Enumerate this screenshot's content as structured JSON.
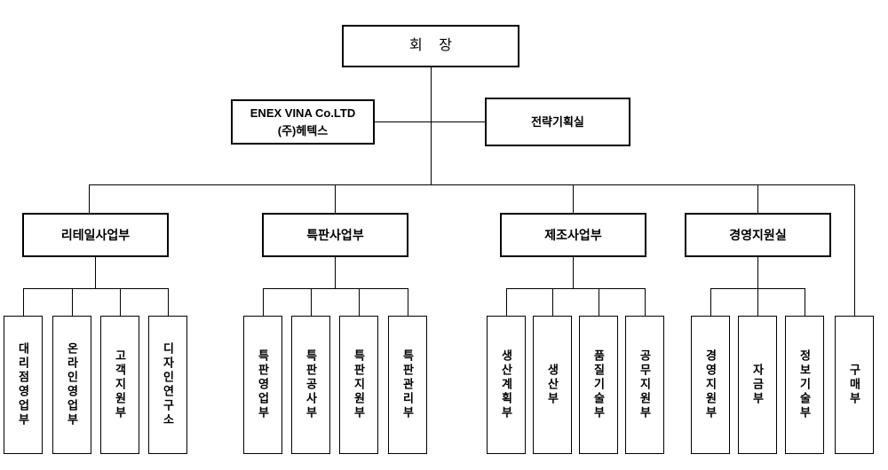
{
  "diagram": {
    "type": "organization-chart",
    "title": "ENEX Organization Chart",
    "colors": {
      "background": "#ffffff",
      "border": "#000000",
      "text": "#000000",
      "connector": "#000000"
    },
    "top": {
      "label": "회  장"
    },
    "level_two": [
      {
        "key": "affiliate",
        "label": "ENEX VINA Co.LTD\n(주)헤텍스"
      },
      {
        "key": "strategy",
        "label": "전략기획실"
      }
    ],
    "divisions": [
      {
        "key": "retail",
        "label": "리테일사업부",
        "children": [
          {
            "label": "대리점영업부"
          },
          {
            "label": "온라인영업부"
          },
          {
            "label": "고객지원부"
          },
          {
            "label": "디자인연구소"
          }
        ]
      },
      {
        "key": "special-sales",
        "label": "특판사업부",
        "children": [
          {
            "label": "특판영업부"
          },
          {
            "label": "특판공사부"
          },
          {
            "label": "특판지원부"
          },
          {
            "label": "특판관리부"
          }
        ]
      },
      {
        "key": "manufacturing",
        "label": "제조사업부",
        "children": [
          {
            "label": "생산계획부"
          },
          {
            "label": "생산부"
          },
          {
            "label": "품질기술부"
          },
          {
            "label": "공무지원부"
          }
        ]
      },
      {
        "key": "management-support",
        "label": "경영지원실",
        "children": [
          {
            "label": "경영지원부"
          },
          {
            "label": "자금부"
          },
          {
            "label": "정보기술부"
          }
        ]
      }
    ],
    "direct_units": [
      {
        "key": "purchasing",
        "label": "구매부"
      }
    ]
  }
}
